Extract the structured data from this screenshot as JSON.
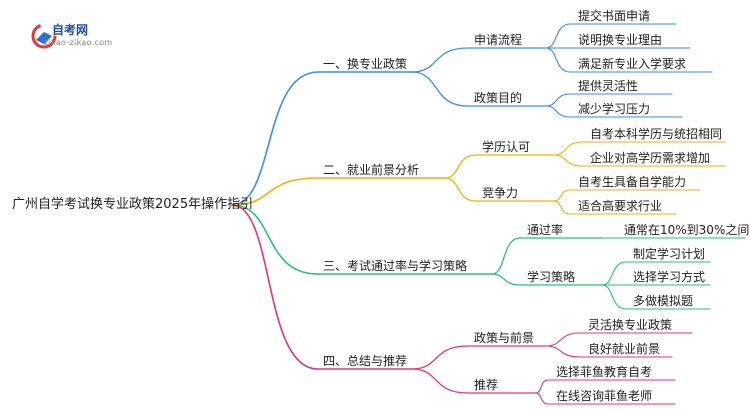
{
  "logo": {
    "title": "自考网",
    "subtitle": "zikao-zikao.com"
  },
  "root": "广州自学考试换专业政策2025年操作指引",
  "branches": [
    {
      "label": "一、换专业政策",
      "color": "#3b8ef0",
      "subs": [
        {
          "label": "申请流程",
          "leaves": [
            "提交书面申请",
            "说明换专业理由",
            "满足新专业入学要求"
          ]
        },
        {
          "label": "政策目的",
          "leaves": [
            "提供灵活性",
            "减少学习压力"
          ]
        }
      ]
    },
    {
      "label": "二、就业前景分析",
      "color": "#f0b20e",
      "subs": [
        {
          "label": "学历认可",
          "leaves": [
            "自考本科学历与统招相同",
            "企业对高学历需求增加"
          ]
        },
        {
          "label": "竞争力",
          "leaves": [
            "自考生具备自学能力",
            "适合高要求行业"
          ]
        }
      ]
    },
    {
      "label": "三、考试通过率与学习策略",
      "color": "#27c27a",
      "subs": [
        {
          "label": "通过率",
          "leaves": [
            "通常在10%到30%之间"
          ]
        },
        {
          "label": "学习策略",
          "leaves": [
            "制定学习计划",
            "选择学习方式",
            "多做模拟题"
          ]
        }
      ]
    },
    {
      "label": "四、总结与推荐",
      "color": "#e8337a",
      "subs": [
        {
          "label": "政策与前景",
          "leaves": [
            "灵活换专业政策",
            "良好就业前景"
          ]
        },
        {
          "label": "推荐",
          "leaves": [
            "选择菲鱼教育自考",
            "在线咨询菲鱼老师"
          ]
        }
      ]
    }
  ]
}
